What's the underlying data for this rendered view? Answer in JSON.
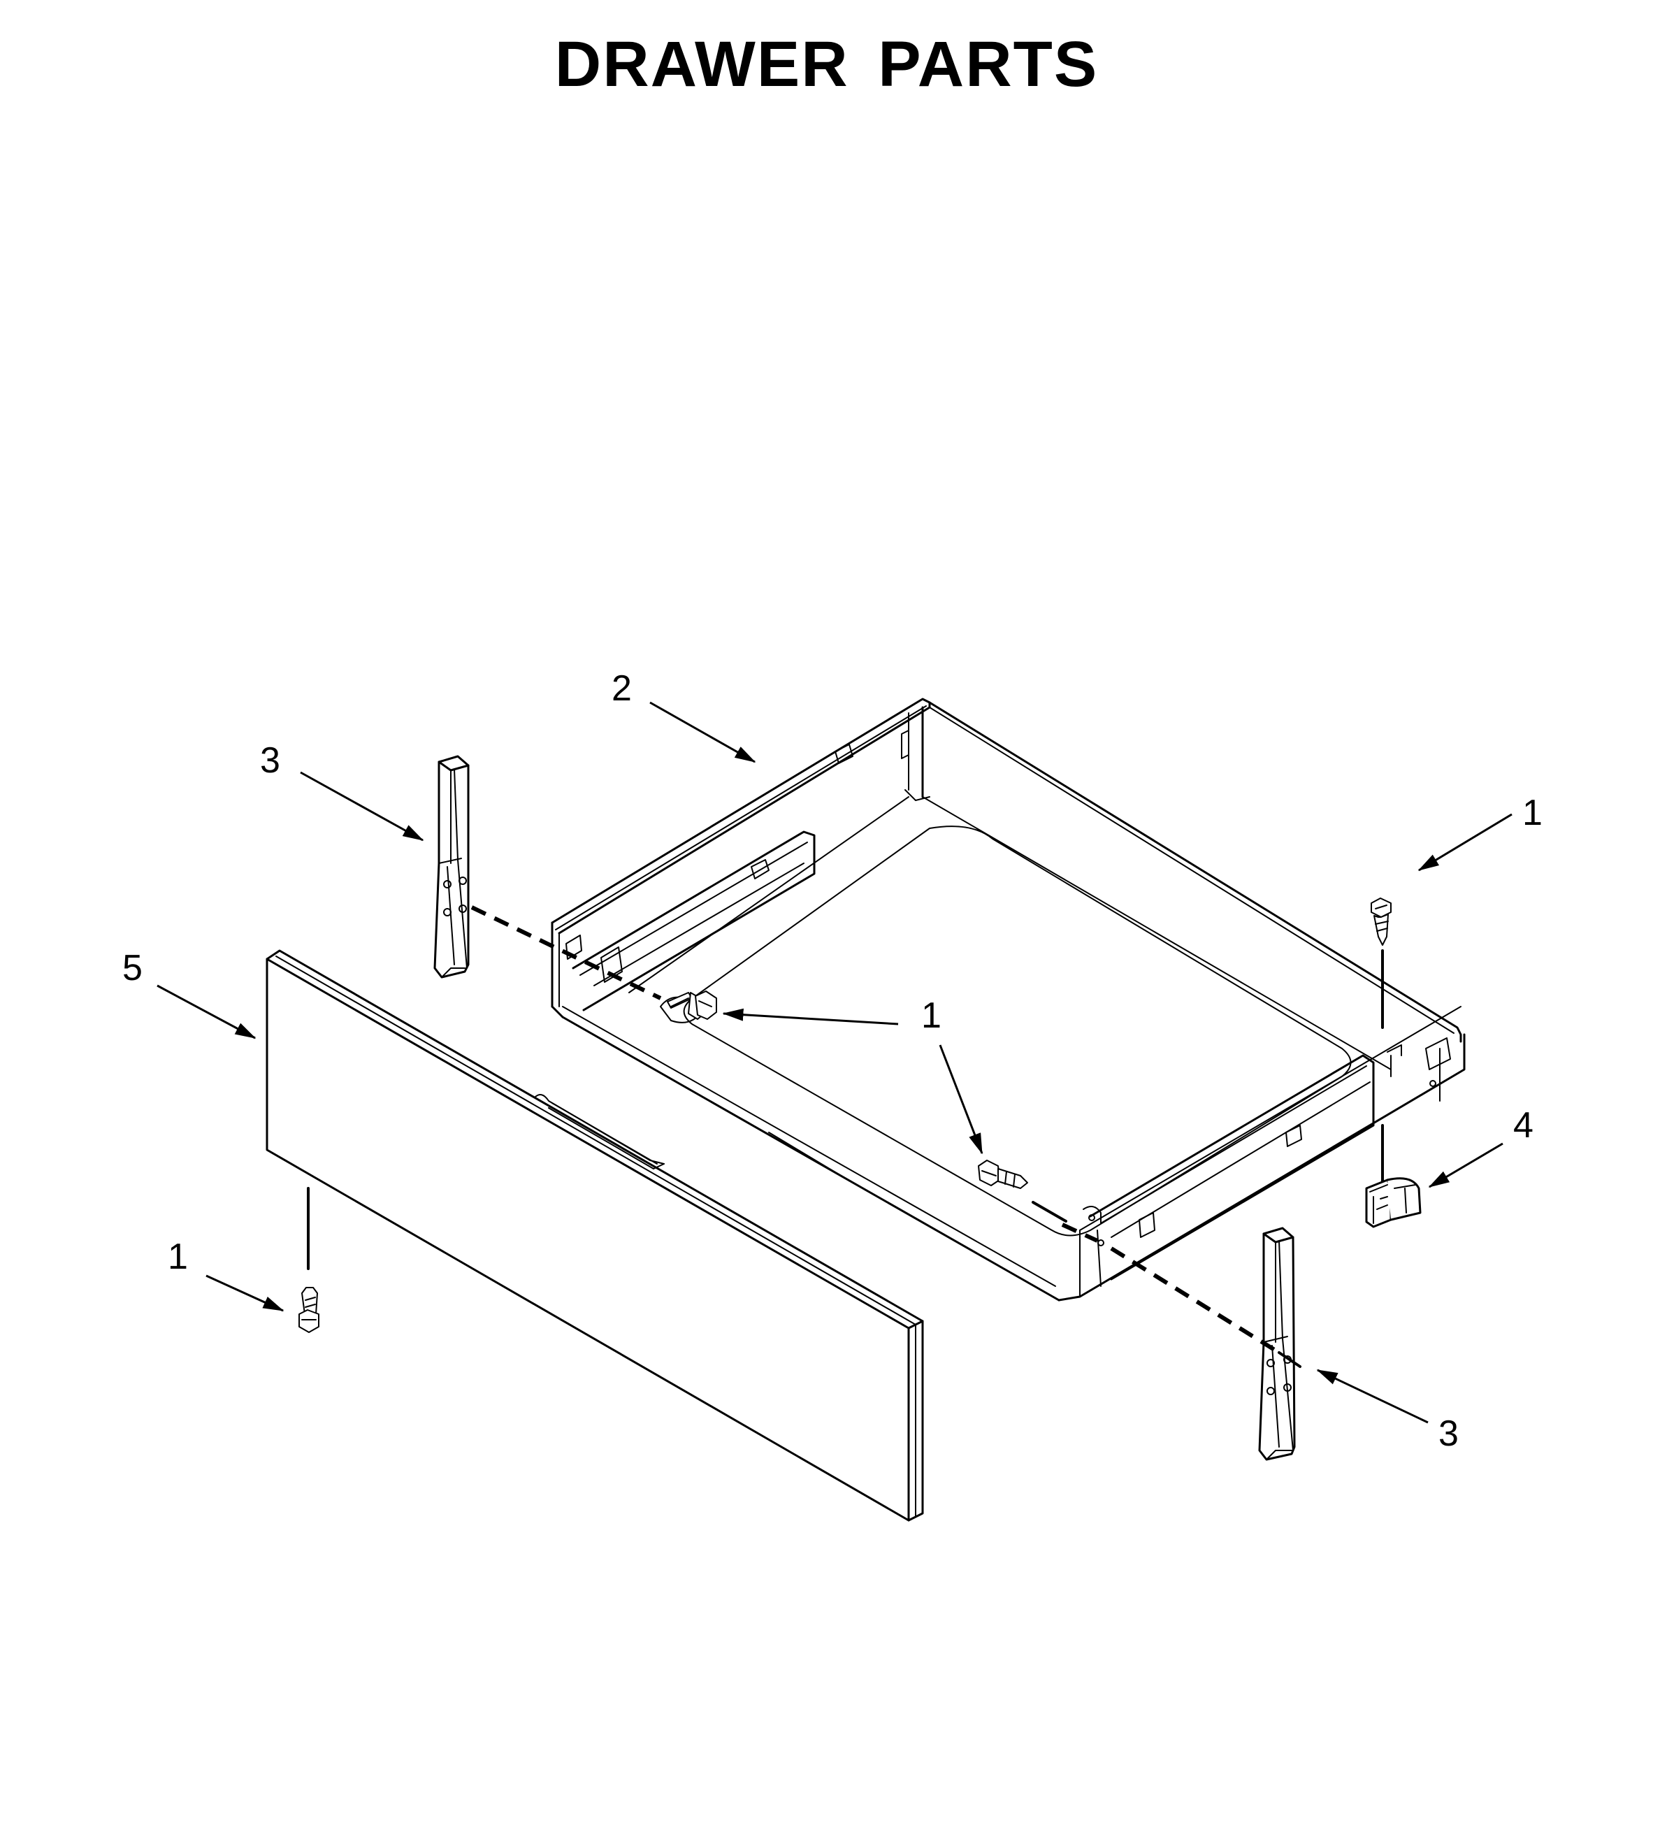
{
  "title": "DRAWER PARTS",
  "callouts": [
    {
      "id": "c-2",
      "label": "2"
    },
    {
      "id": "c-3-top",
      "label": "3"
    },
    {
      "id": "c-3-bottom",
      "label": "3"
    },
    {
      "id": "c-1-right",
      "label": "1"
    },
    {
      "id": "c-1-center",
      "label": "1"
    },
    {
      "id": "c-1-left",
      "label": "1"
    },
    {
      "id": "c-4",
      "label": "4"
    },
    {
      "id": "c-5",
      "label": "5"
    }
  ]
}
